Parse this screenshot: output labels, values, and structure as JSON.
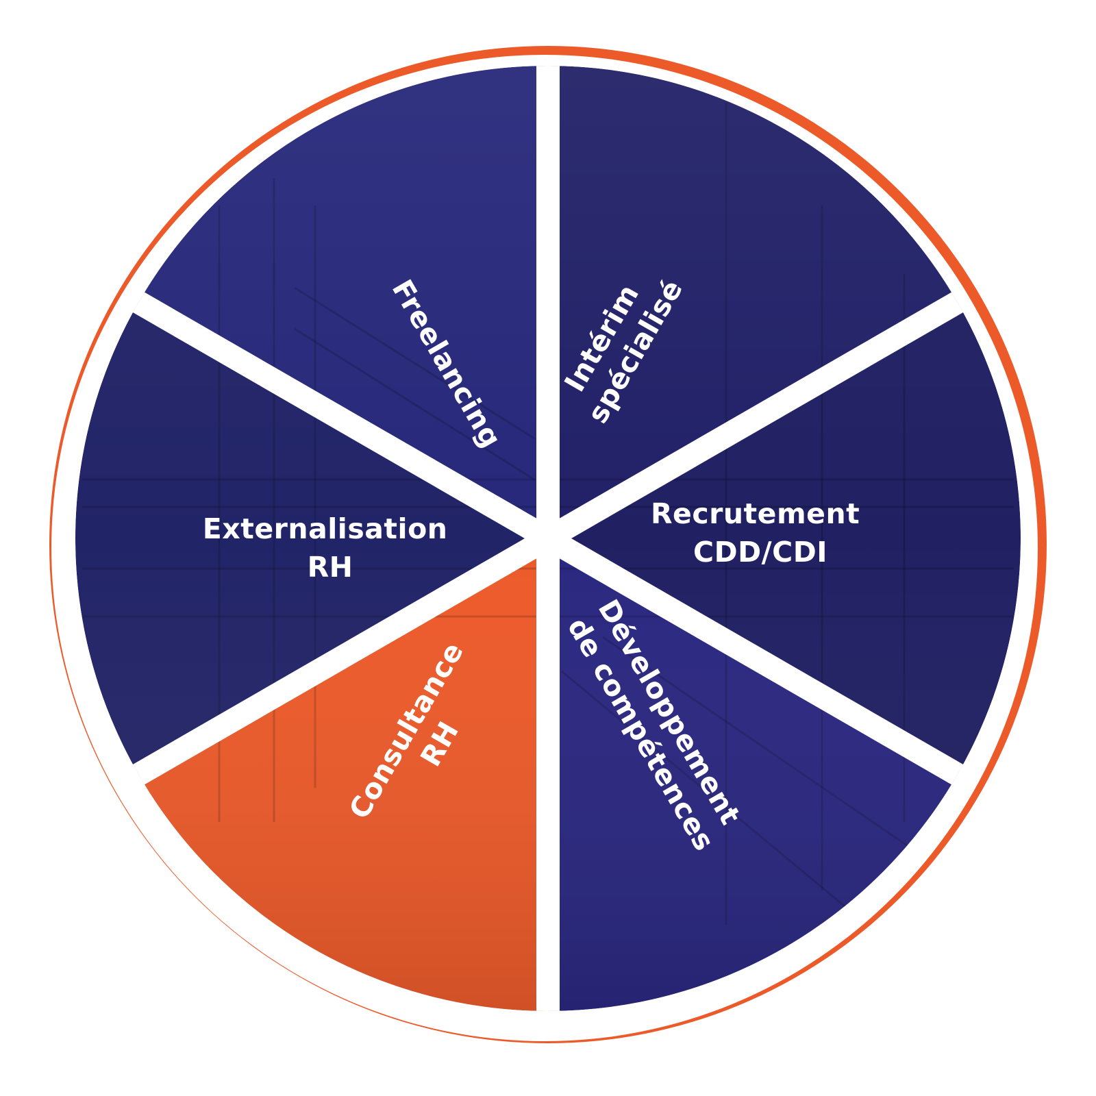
{
  "diagram": {
    "segments": [
      {
        "id": "freelancing",
        "lines": [
          "Freelancing"
        ],
        "fill": "#27287a",
        "highlighted": false
      },
      {
        "id": "interim",
        "lines": [
          "Intérim",
          "spécialisé"
        ],
        "fill": "#222168",
        "highlighted": false
      },
      {
        "id": "recrutement",
        "lines": [
          "Recrutement",
          "CDD/CDI"
        ],
        "fill": "#202063",
        "highlighted": false
      },
      {
        "id": "developpement",
        "lines": [
          "Développement",
          "de compétences"
        ],
        "fill": "#2a2780",
        "highlighted": false
      },
      {
        "id": "consultance",
        "lines": [
          "Consultance",
          "RH"
        ],
        "fill": "#ec5a2a",
        "highlighted": true
      },
      {
        "id": "externalisation",
        "lines": [
          "Externalisation",
          "RH"
        ],
        "fill": "#222468",
        "highlighted": false
      }
    ]
  },
  "colors": {
    "accent": "#ec5a2a",
    "outer_ring": "#ec5a2a",
    "gap": "#ffffff",
    "text": "#ffffff"
  }
}
